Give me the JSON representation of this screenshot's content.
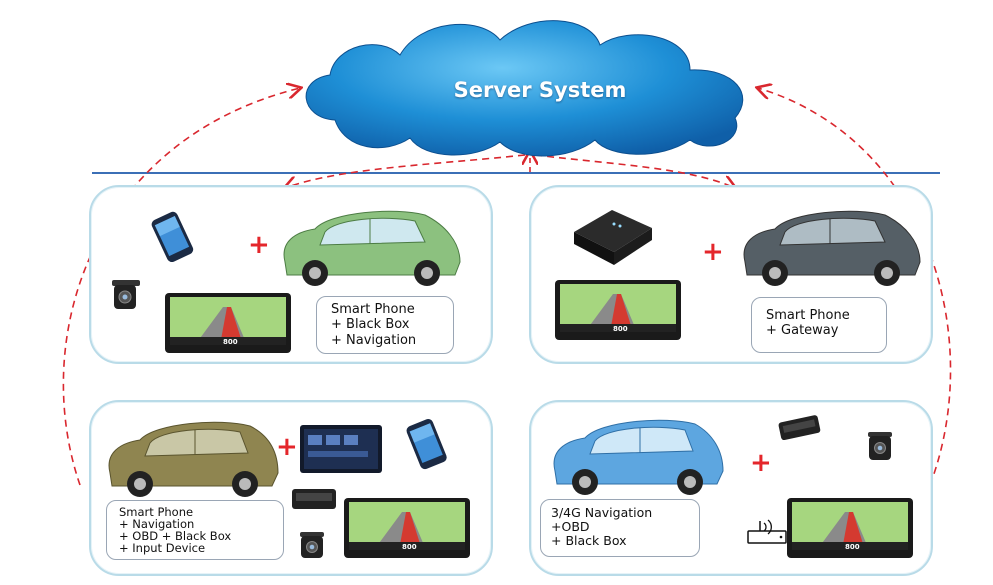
{
  "server": {
    "title": "Server System"
  },
  "colors": {
    "connector": "#d9272e",
    "panel_border": "#b9dbe8",
    "divider": "#3b6fb6",
    "cloud": "#1e8fd6"
  },
  "panels": [
    {
      "id": "top-left",
      "lines": [
        "Smart Phone",
        "+ Black Box",
        "+ Navigation"
      ],
      "icons": [
        "smartphone-icon",
        "black-box-camera-icon",
        "navigation-device-icon",
        "car-icon"
      ]
    },
    {
      "id": "top-right",
      "lines": [
        "Smart Phone",
        "+ Gateway"
      ],
      "icons": [
        "gateway-router-icon",
        "navigation-device-icon",
        "car-icon"
      ]
    },
    {
      "id": "bottom-left",
      "lines": [
        "Smart Phone",
        "+ Navigation",
        "+ OBD + Black Box",
        "+ Input Device"
      ],
      "icons": [
        "car-icon",
        "input-device-screen-icon",
        "smartphone-icon",
        "obd-module-icon",
        "black-box-camera-icon",
        "navigation-device-icon"
      ]
    },
    {
      "id": "bottom-right",
      "lines": [
        "3/4G Navigation",
        "+OBD",
        "+ Black Box"
      ],
      "icons": [
        "car-icon",
        "obd-module-icon",
        "black-box-camera-icon",
        "wireless-router-icon",
        "navigation-device-icon"
      ]
    }
  ],
  "plus_sign": "+",
  "nav_screen": {
    "distance": "800"
  }
}
